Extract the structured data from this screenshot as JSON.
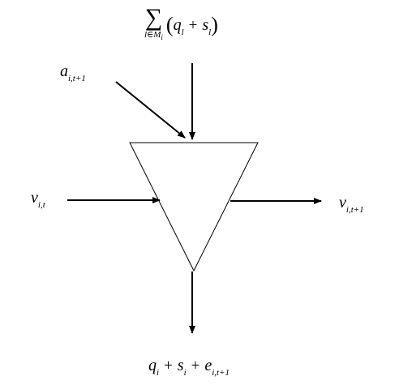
{
  "labels": {
    "sum_symbol": "∑",
    "sum_index": "l∈M",
    "sum_index_sub": "i",
    "sum_open": "(",
    "sum_q": "q",
    "sum_q_sub": "l",
    "sum_plus": "+",
    "sum_s": "s",
    "sum_s_sub": "l",
    "sum_close": ")",
    "a_main": "a",
    "a_sub": "i,t+1",
    "v_in_main": "ν",
    "v_in_sub": "i,t",
    "v_out_main": "ν",
    "v_out_sub": "i,t+1",
    "out_q": "q",
    "out_q_sub": "i",
    "out_plus1": "+",
    "out_s": "s",
    "out_s_sub": "i",
    "out_plus2": "+",
    "out_e": "e",
    "out_e_sub": "i,t+1"
  },
  "colors": {
    "stroke": "#000000",
    "fill": "#ffffff"
  }
}
